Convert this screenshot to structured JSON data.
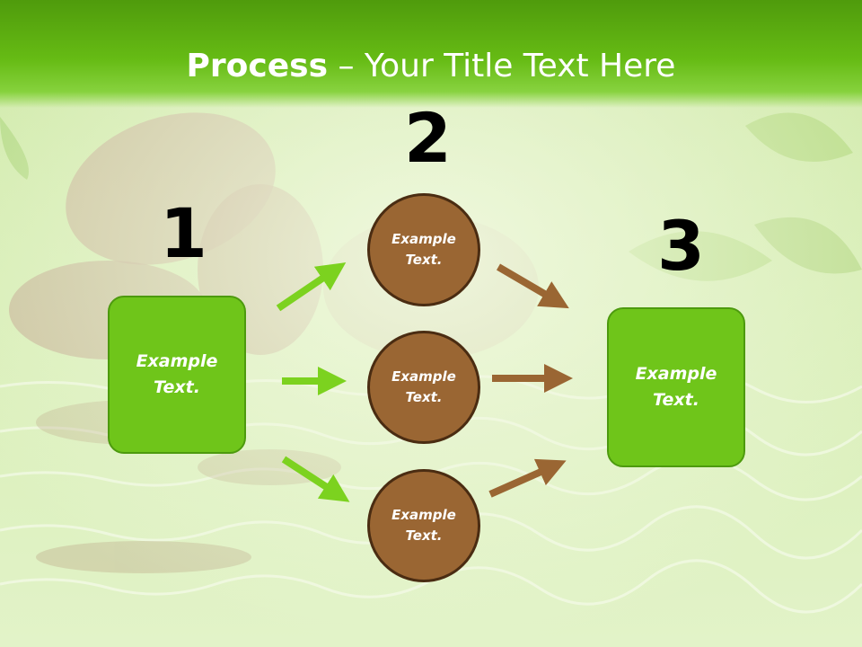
{
  "slide": {
    "title_bold": "Process",
    "title_rest": " – Your Title Text Here"
  },
  "steps": [
    {
      "number": "1",
      "box_text": "Example Text."
    },
    {
      "number": "2"
    },
    {
      "number": "3",
      "box_text": "Example Text."
    }
  ],
  "circles": [
    {
      "text": "Example Text."
    },
    {
      "text": "Example Text."
    },
    {
      "text": "Example Text."
    }
  ],
  "colors": {
    "header_green": "#66bb14",
    "box_green": "#6fc51a",
    "circle_brown": "#9a6633",
    "arrow_green": "#7cd21f",
    "arrow_brown": "#9a6633"
  }
}
